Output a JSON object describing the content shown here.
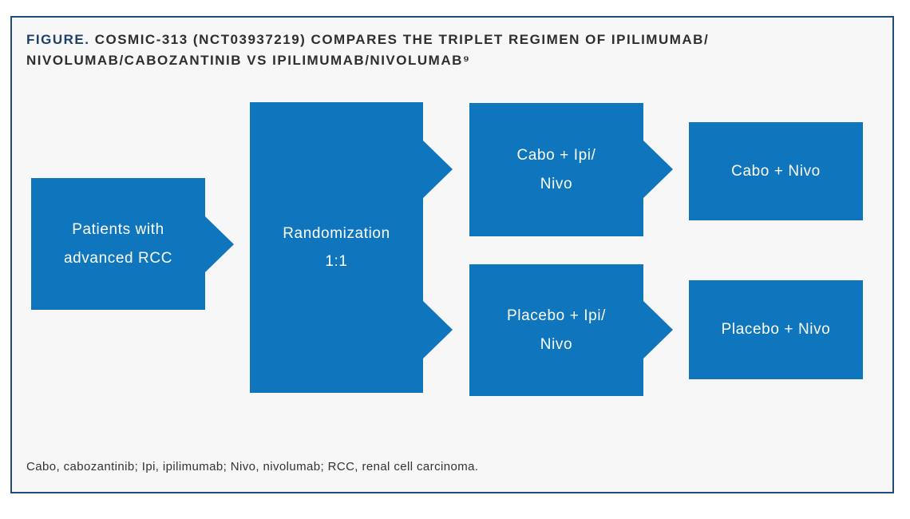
{
  "figure": {
    "label": "FIGURE.",
    "title": "COSMIC-313 (NCT03937219) COMPARES THE TRIPLET REGIMEN OF IPILIMUMAB/\nNIVOLUMAB/CABOZANTINIB VS IPILIMUMAB/NIVOLUMAB⁹"
  },
  "diagram": {
    "nodes": {
      "patients": "Patients with\nadvanced RCC",
      "randomization": "Randomization\n1:1",
      "arm_triplet": "Cabo + Ipi/\nNivo",
      "arm_triplet_result": "Cabo + Nivo",
      "arm_control": "Placebo + Ipi/\nNivo",
      "arm_control_result": "Placebo + Nivo"
    },
    "flow": [
      "patients -> randomization",
      "randomization -> arm_triplet",
      "randomization -> arm_control",
      "arm_triplet -> arm_triplet_result",
      "arm_control -> arm_control_result"
    ]
  },
  "footnote": "Cabo, cabozantinib; Ipi, ipilimumab; Nivo, nivolumab; RCC, renal cell carcinoma.",
  "colors": {
    "node_blue": "#0f76bd",
    "card_border_navy": "#1f4e79",
    "figure_label_navy": "#1d4169",
    "title_text": "#2e2e2e",
    "footnote_text": "#333333",
    "card_background": "#f7f7f7",
    "page_background": "#ffffff",
    "node_text": "#ffffff"
  }
}
